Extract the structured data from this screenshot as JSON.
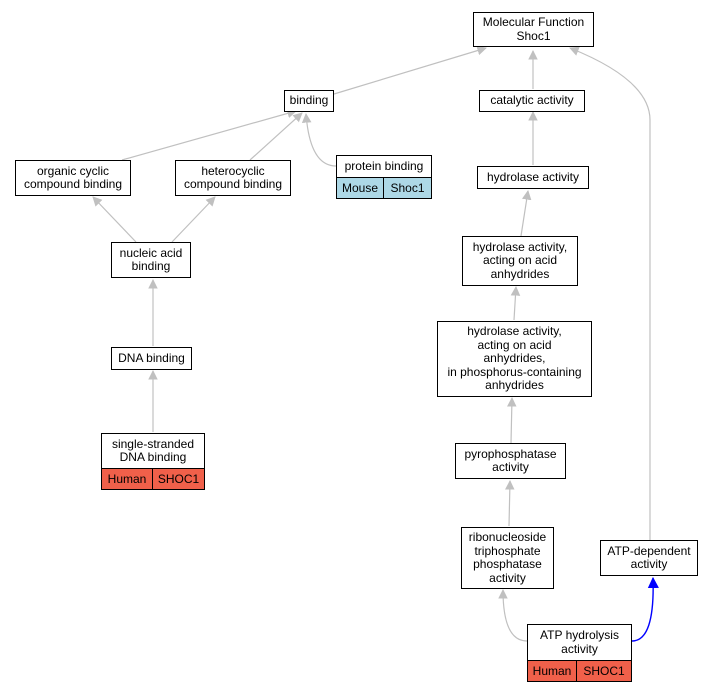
{
  "nodes": {
    "mf": "Molecular Function\nShoc1",
    "binding": "binding",
    "catalytic": "catalytic activity",
    "organic": "organic cyclic\ncompound binding",
    "heterocyclic": "heterocyclic\ncompound binding",
    "protein": "protein binding",
    "hydrolase": "hydrolase activity",
    "hydrolase_acid": "hydrolase activity,\nacting on acid\nanhydrides",
    "nucleic": "nucleic acid\nbinding",
    "hydrolase_phos": "hydrolase activity,\nacting on acid\nanhydrides,\nin phosphorus-containing\nanhydrides",
    "dna": "DNA binding",
    "ssdna": "single-stranded\nDNA binding",
    "pyro": "pyrophosphatase\nactivity",
    "ntp": "ribonucleoside\ntriphosphate\nphosphatase\nactivity",
    "atpdep": "ATP-dependent\nactivity",
    "atphyd": "ATP hydrolysis\nactivity"
  },
  "tags": {
    "protein": [
      "Mouse",
      "Shoc1"
    ],
    "ssdna": [
      "Human",
      "SHOC1"
    ],
    "atphyd": [
      "Human",
      "SHOC1"
    ]
  },
  "colors": {
    "edge": "#c0c0c0",
    "edge_highlight": "#0000ff",
    "human": "#f0604a",
    "mouse": "#add8e6"
  }
}
